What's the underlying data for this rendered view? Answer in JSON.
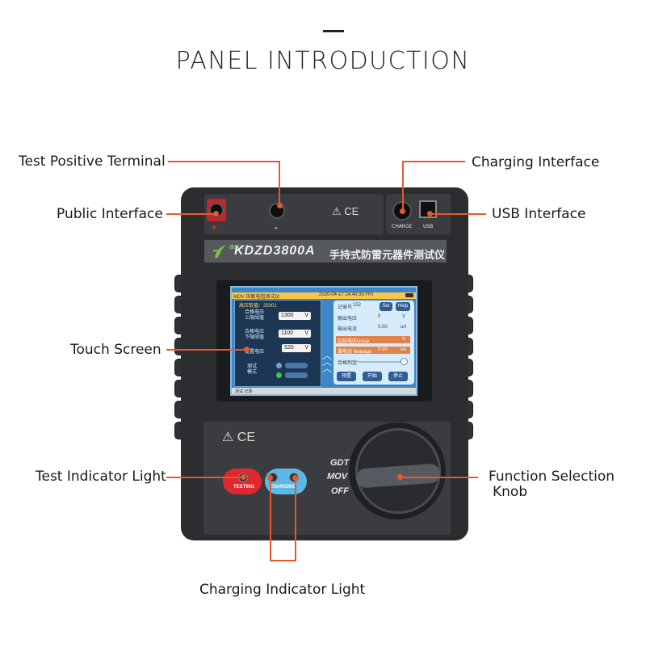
{
  "heading": {
    "title": "PANEL INTRODUCTION"
  },
  "labels": {
    "test_positive_terminal": "Test Positive Terminal",
    "public_interface": "Public  Interface",
    "touch_screen": "Touch  Screen",
    "test_indicator_light": "Test Indicator Light",
    "charging_indicator_light": "Charging Indicator  Light",
    "charging_interface": "Charging  Interface",
    "usb_interface": "USB Interface",
    "function_selection_knob_line1": "Function Selection",
    "function_selection_knob_line2": "Knob"
  },
  "device": {
    "model": "KDZD3800A",
    "name_cn": "手持式防雷元器件测试仪",
    "logo_text": "康耐 正大",
    "plus_sign": "+",
    "minus_sign": "-",
    "charge_label": "CHARGE",
    "usb_label": "USB",
    "cert_marks": "⚠ CE",
    "knob_positions": [
      "GDT",
      "MOV",
      "OFF"
    ],
    "led_testing": "TESTING",
    "led_charging": "CHARGING"
  },
  "screen": {
    "mode": "MOV 压敏电阻测试仪",
    "datetime": "2020-04-17  14:40:33 FRI",
    "preset_label": "高压取值：25001",
    "upper_label": "合格电压 上限阈值",
    "upper_value": "1300",
    "lower_label": "合格电压 下限阈值",
    "lower_value": "1100",
    "set_label": "设置电压",
    "set_value": "520",
    "unit_v": "V",
    "test_mode_label": "测试 模式",
    "record_label": "记录号",
    "record_value": "152",
    "set_button": "Set",
    "help_button": "Help",
    "out_voltage": "输出电压",
    "out_voltage_value": "0",
    "out_current": "输出电流",
    "out_current_value": "0.00",
    "unit_ua": "uA",
    "start_voltage": "起始电压Umax",
    "leak_current": "漏电流 Ileakage",
    "leak_value": "0.00",
    "pass_label": "合格判定",
    "btn_preset": "预置",
    "btn_start": "开始",
    "btn_stop": "停止",
    "bottom_text": "测试 记录"
  }
}
